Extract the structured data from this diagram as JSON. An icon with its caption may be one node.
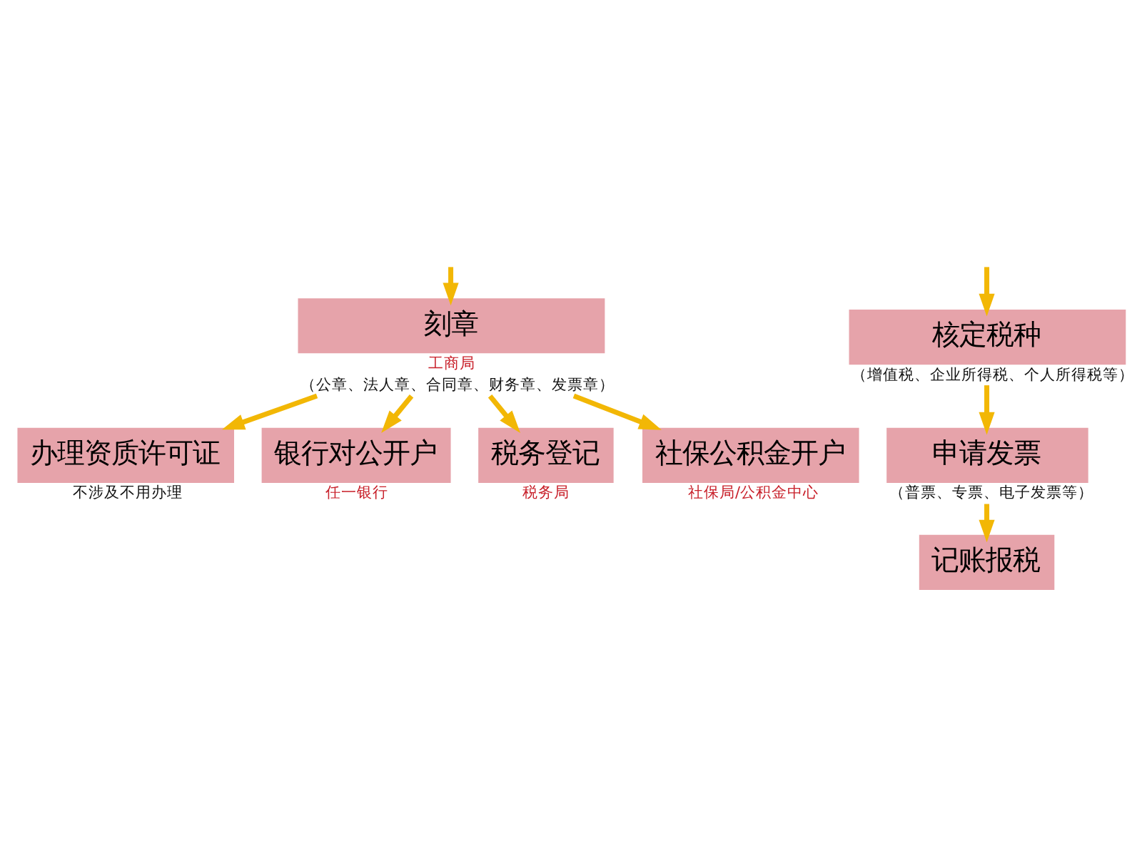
{
  "diagram": {
    "nodes": [
      {
        "text": [
          "刻章"
        ],
        "beside": [
          "工商局",
          "（公章、法人章、合同章、财务章、发票章）"
        ]
      },
      {
        "text": [
          "办理资质许可证"
        ],
        "beside": [
          "不涉及不用办理"
        ]
      },
      {
        "text": [
          "银行对公开户"
        ],
        "beside": [
          "任一银行"
        ]
      },
      {
        "text": [
          "税务登记"
        ],
        "beside": [
          "税务局"
        ]
      },
      {
        "text": [
          "社保公积金开户"
        ],
        "beside": [
          "社保局/公积金中心"
        ]
      },
      {
        "text": [
          "核定税种"
        ],
        "beside": [
          "（增值税、企业所得税、个人所得税等）"
        ]
      },
      {
        "text": [
          "申请发票"
        ],
        "beside": [
          "（普票、专票、电子发票等）"
        ]
      },
      {
        "text": [
          "记账报税"
        ]
      }
    ],
    "edges": [
      {
        "from": null,
        "to": 0,
        "arrow": "to"
      },
      {
        "from": 0,
        "to": 1,
        "arrow": "to"
      },
      {
        "from": 0,
        "to": 2,
        "arrow": "to"
      },
      {
        "from": 0,
        "to": 3,
        "arrow": "to"
      },
      {
        "from": 0,
        "to": 4,
        "arrow": "to"
      },
      {
        "from": null,
        "to": 5,
        "arrow": "to"
      },
      {
        "from": 5,
        "to": 6,
        "arrow": "to"
      },
      {
        "from": 6,
        "to": 7,
        "arrow": "to"
      }
    ]
  }
}
